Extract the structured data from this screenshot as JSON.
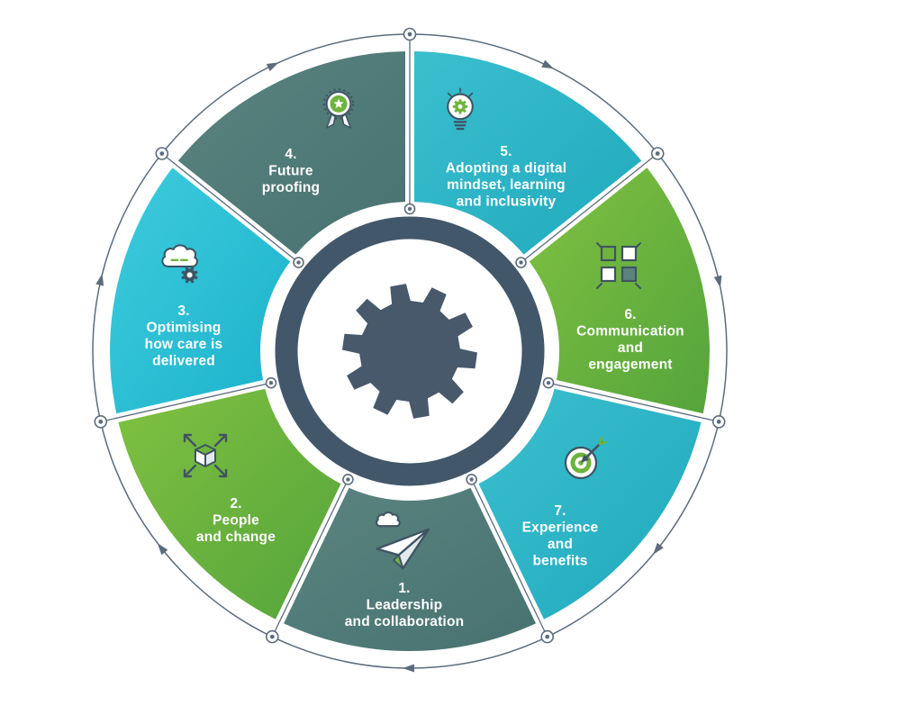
{
  "diagram": {
    "center": {
      "icon": "gear-icon"
    },
    "colors": {
      "background": "#ffffff",
      "center_ring": "#42576a",
      "gear": "#47596b",
      "outline": "#5c6c7d",
      "label_text": "#ffffff",
      "icon_stroke": "#3e5463",
      "icon_green": "#6eb33e",
      "icon_light": "#e3eaee",
      "icon_white": "#ffffff",
      "icon_slate_fill": "#5b8480"
    },
    "segments": [
      {
        "id": "leadership-and-collaboration",
        "number": "1.",
        "lines": [
          "Leadership",
          "and collaboration"
        ],
        "icon": "paper-plane-icon",
        "color": "#5b8480",
        "color2": "#477270"
      },
      {
        "id": "people-and-change",
        "number": "2.",
        "lines": [
          "People",
          "and change"
        ],
        "icon": "box-arrows-icon",
        "color": "#80c141",
        "color2": "#55a43c"
      },
      {
        "id": "optimising-how-care-is-delivered",
        "number": "3.",
        "lines": [
          "Optimising",
          "how care is",
          "delivered"
        ],
        "icon": "cloud-gear-icon",
        "color": "#3fccdd",
        "color2": "#1bb2cb"
      },
      {
        "id": "future-proofing",
        "number": "4.",
        "lines": [
          "Future",
          "proofing"
        ],
        "icon": "award-badge-icon",
        "color": "#5b8480",
        "color2": "#477270"
      },
      {
        "id": "adopting-a-digital-mindset-learning-and-inclusivity",
        "number": "5.",
        "lines": [
          "Adopting a digital",
          "mindset, learning",
          "and inclusivity"
        ],
        "icon": "lightbulb-gear-icon",
        "color": "#3abfce",
        "color2": "#20a9bd"
      },
      {
        "id": "communication-and-engagement",
        "number": "6.",
        "lines": [
          "Communication",
          "and",
          "engagement"
        ],
        "icon": "building-blocks-icon",
        "color": "#80c141",
        "color2": "#55a43c"
      },
      {
        "id": "experience-and-benefits",
        "number": "7.",
        "lines": [
          "Experience",
          "and",
          "benefits"
        ],
        "icon": "target-dart-icon",
        "color": "#3abfce",
        "color2": "#20a9bd"
      }
    ]
  }
}
